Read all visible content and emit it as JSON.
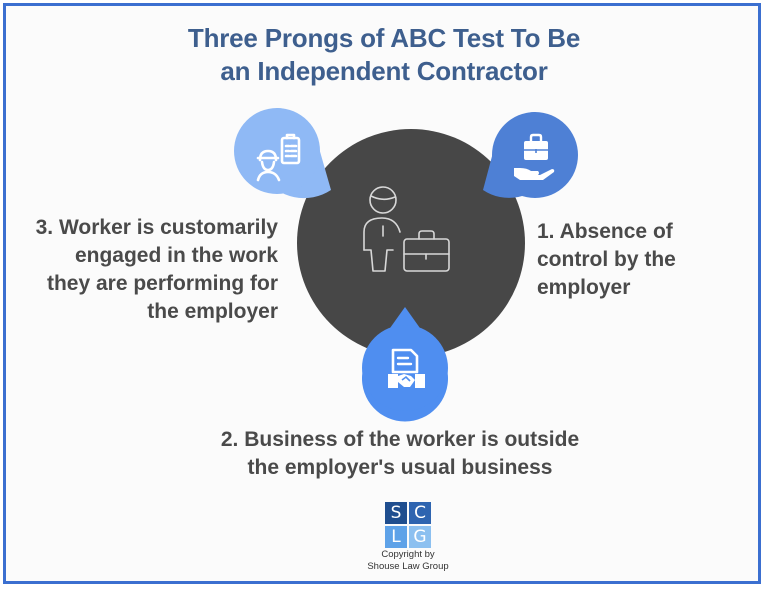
{
  "title": {
    "line1": "Three Prongs of ABC Test To Be",
    "line2": "an Independent Contractor"
  },
  "center": {
    "icon": "person-with-briefcase-icon",
    "color": "#474747"
  },
  "prongs": [
    {
      "number": 1,
      "lines": [
        "1. Absence of",
        "control by the",
        "employer"
      ],
      "icon": "hand-holding-briefcase-icon",
      "color": "#4e80d5"
    },
    {
      "number": 2,
      "lines": [
        "2. Business of the worker is outside",
        "the employer's usual business"
      ],
      "icon": "contract-handshake-icon",
      "color": "#4f8ef0"
    },
    {
      "number": 3,
      "lines": [
        "3. Worker is customarily",
        "engaged in the work",
        "they are performing for",
        "the employer"
      ],
      "icon": "worker-clipboard-icon",
      "color": "#8fb9f5"
    }
  ],
  "logo": {
    "letters": [
      "S",
      "C",
      "L",
      "G"
    ],
    "colors": [
      "#1f4e8f",
      "#2e64b0",
      "#5ea2e8",
      "#8cc0f0"
    ]
  },
  "copyright": {
    "line1": "Copyright by",
    "line2": "Shouse Law Group"
  },
  "colors": {
    "border": "#3b6fd0",
    "title": "#3e5f8e",
    "text": "#4a4a4a"
  }
}
